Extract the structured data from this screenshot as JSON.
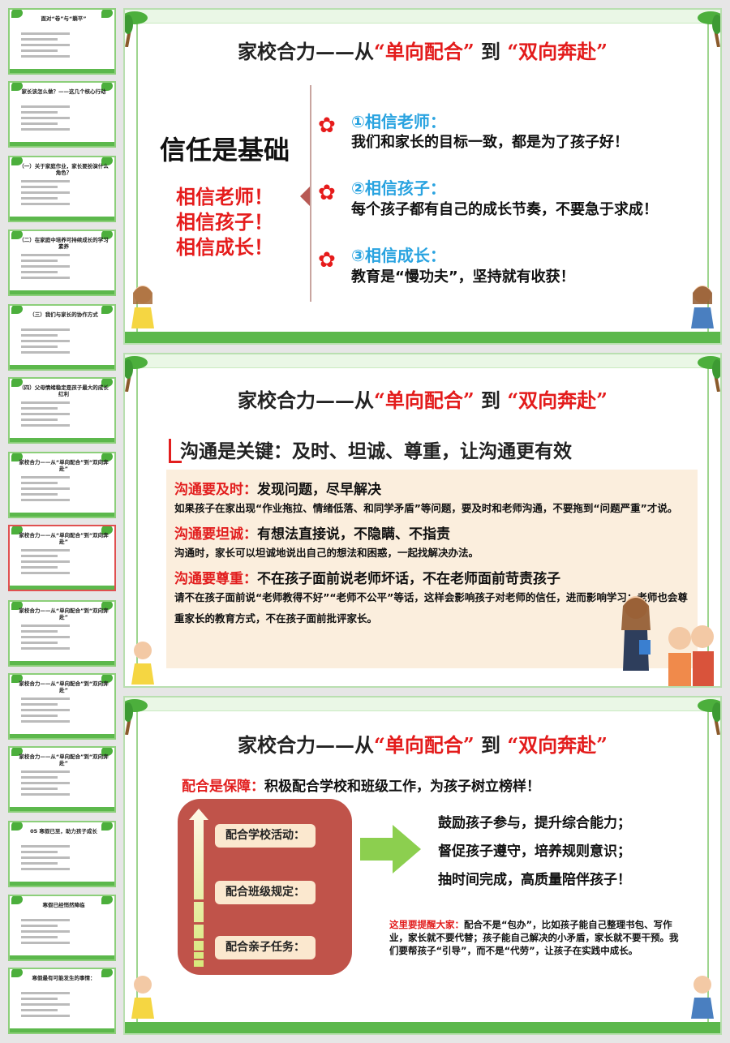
{
  "thumbnails": [
    {
      "title": "面对“卷”与“躺平”"
    },
    {
      "title": "家长该怎么做？——这几个核心行动"
    },
    {
      "title": "（一）关于家庭作业，家长要扮演什么角色？"
    },
    {
      "title": "（二）在家庭中培养可持续成长的学习素养"
    },
    {
      "title": "（三）我们与家长的协作方式"
    },
    {
      "title": "（四）父母情绪稳定是孩子最大的成长红利"
    },
    {
      "title": "家校合力——从“单向配合”到“双向奔赴”"
    },
    {
      "title": "家校合力——从“单向配合”到“双向奔赴”"
    },
    {
      "title": "家校合力——从“单向配合”到“双向奔赴”"
    },
    {
      "title": "家校合力——从“单向配合”到“双向奔赴”"
    },
    {
      "title": "家校合力——从“单向配合”到“双向奔赴”"
    },
    {
      "title": "05 寒假已至，助力孩子成长"
    },
    {
      "title": "寒假已经悄然降临"
    },
    {
      "title": "寒假最有可能发生的事情："
    }
  ],
  "slide_title": {
    "prefix": "家校合力——从",
    "q1": "“单向配合”",
    "mid": "到",
    "q2": "“双向奔赴”"
  },
  "slide1": {
    "main": "信任是基础",
    "red_lines": [
      "相信老师！",
      "相信孩子！",
      "相信成长！"
    ],
    "points": [
      {
        "head": "①相信老师：",
        "body": "我们和家长的目标一致，都是为了孩子好！"
      },
      {
        "head": "②相信孩子：",
        "body": "每个孩子都有自己的成长节奏，不要急于求成！"
      },
      {
        "head": "③相信成长：",
        "body": "教育是“慢功夫”，坚持就有收获！"
      }
    ]
  },
  "slide2": {
    "heading": "沟通是关键：及时、坦诚、尊重，让沟通更有效",
    "items": [
      {
        "label": "沟通要及时：",
        "sub": "发现问题，尽早解决",
        "body": "如果孩子在家出现“作业拖拉、情绪低落、和同学矛盾”等问题，要及时和老师沟通，不要拖到“问题严重”才说。"
      },
      {
        "label": "沟通要坦诚：",
        "sub": "有想法直接说，不隐瞒、不指责",
        "body": "沟通时，家长可以坦诚地说出自己的想法和困惑，一起找解决办法。"
      },
      {
        "label": "沟通要尊重：",
        "sub": "不在孩子面前说老师坏话，不在老师面前苛责孩子",
        "body": "请不在孩子面前说“老师教得不好”“老师不公平”等话，这样会影响孩子对老师的信任，进而影响学习；老师也会尊重家长的教育方式，不在孩子面前批评家长。"
      }
    ]
  },
  "slide3": {
    "label": "配合是保障：",
    "sub": "积极配合学校和班级工作，为孩子树立榜样！",
    "boxes": [
      "配合学校活动：",
      "配合班级规定：",
      "配合亲子任务："
    ],
    "results": [
      "鼓励孩子参与，提升综合能力；",
      "督促孩子遵守，培养规则意识；",
      "抽时间完成，高质量陪伴孩子！"
    ],
    "note_label": "这里要提醒大家：",
    "note": "配合不是“包办”，比如孩子能自己整理书包、写作业，家长就不要代替；孩子能自己解决的小矛盾，家长就不要干预。我们要帮孩子“引导”，而不是“代劳”，让孩子在实践中成长。"
  },
  "colors": {
    "accent_red": "#e31b1b",
    "blue": "#29a3e0",
    "green": "#5cb84c",
    "box_red": "#c0534a",
    "beige": "#fbeedd"
  }
}
